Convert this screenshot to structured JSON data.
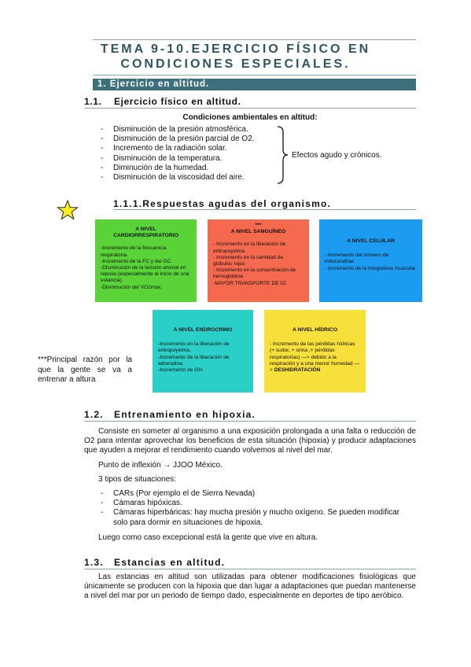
{
  "doc": {
    "title_line1": "TEMA 9-10.EJERCICIO FÍSICO EN",
    "title_line2": "CONDICIONES ESPECIALES.",
    "section1": "1.  Ejercicio en altitud.",
    "s11_num": "1.1.",
    "s11_title": "Ejercicio físico en altitud.",
    "cond_title": "Condiciones ambientales en altitud:",
    "conditions": [
      "Disminución de la presión atmosférica.",
      "Disminución de la presión parcial de O2.",
      "Incremento de la radiación solar.",
      "Disminución de la temperatura.",
      "Diminución de la humedad.",
      "Disminución de la viscosidad del aire."
    ],
    "effects": "Efectos agudo y crónicos.",
    "s111": "1.1.1.Respuestas agudas del organismo.",
    "boxes": {
      "cardio": {
        "title1": "A NIVEL",
        "title2": "CARDIORRESPIRATORIO",
        "items": [
          "-Incremento de la frecuencia respiratoria.",
          "-Incremento de la FC y del GC.",
          "-Disminución de la tensión arterial en reposo (especialmente al inicio de una estancia).",
          "-Disminución del VO2max."
        ]
      },
      "sangre": {
        "mark": "***",
        "title": "A NIVEL SANGUÍNEO",
        "items": [
          "- Incremento en la liberación de eritropoyetina.",
          "- Incremento en la cantidad de glóbulos rojos",
          "- Incremento en la concentración de hemoglobina",
          "-MAYOR TRANSPORTE DE 02."
        ]
      },
      "celular": {
        "title": "A NIVEL CELULAR",
        "items": [
          "- Incremento del número de mitocondrias",
          "- Incremento de la mioglobina muscular."
        ]
      },
      "endocrino": {
        "title": "A NIVEL ENDROCRINO",
        "items": [
          "-Incremento en la liberación de eritropoyetina.",
          "-Incremento de la liberación de adrenalina.",
          "-Incremento de GH."
        ]
      },
      "hidrico": {
        "title": "A NIVEL HÍDRICO",
        "items": [
          "- Incremento de las pérdidas hídricas (+ sudor, + orina ,+ pérdidas respiratorias) —> debido a la respiración y a una menor humedad —>",
          "DESHIDRATACIÓN"
        ]
      }
    },
    "note": "***Principal razón por la que la gente se va a entrenar a altura",
    "s12_num": "1.2.",
    "s12_title": "Entrenamiento en hipoxia.",
    "s12_p1": "Consiste en someter al organismo a una exposición prolongada a una falta o reducción de O2 para intentar aprovechar los beneficios de esta situación (hipoxia) y producir adaptaciones que ayuden a mejorar el rendimiento cuando volvemos al nivel del mar.",
    "s12_p2": "Punto de inflexión → JJOO México.",
    "s12_p3": "3 tipos de situaciones:",
    "situations": [
      "CARs (Por ejemplo el de Sierra Nevada)",
      "Cámaras hipóxicas.",
      "Cámaras hiperbáricas: hay mucha presión y mucho oxígeno. Se pueden modificar",
      "solo para dormir en situaciones de hipoxia."
    ],
    "s12_p4": "Luego como caso excepcional está la gente que vive en altura.",
    "s13_num": "1.3.",
    "s13_title": "Estancias en altitud.",
    "s13_p1": "Las estancias en altitud son utilizadas para obtener modificaciones fisiológicas que únicamente se producen con la hipoxia que dan lugar a adaptaciones que puedan mantenerse a nivel del mar por un periodo de tiempo dado, especialmente en deportes de tipo aeróbico."
  },
  "colors": {
    "accent": "#3d6f7d",
    "cardio": "#5ad339",
    "sangre": "#f56a4e",
    "celular": "#1b9cf0",
    "endocrino": "#2ad0c8",
    "hidrico": "#f8e03a",
    "star": "#f7ef1e"
  }
}
